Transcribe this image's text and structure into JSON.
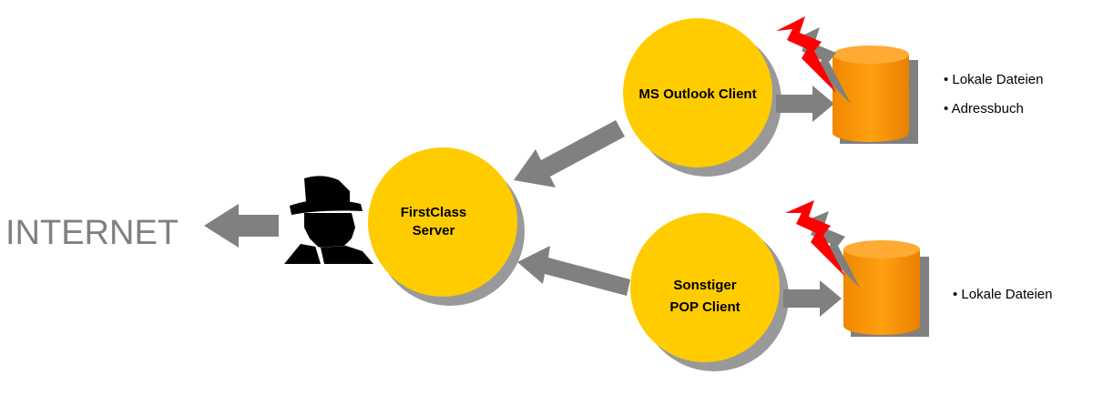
{
  "internet": {
    "label": "INTERNET"
  },
  "nodes": {
    "server": {
      "line1": "FirstClass",
      "line2": "Server"
    },
    "outlook": {
      "line1": "MS Outlook Client"
    },
    "pop": {
      "line1": "Sonstiger",
      "line2": "POP Client"
    }
  },
  "outlook_items": [
    "• Lokale Dateien",
    "• Adressbuch"
  ],
  "pop_items": [
    "• Lokale Dateien"
  ],
  "colors": {
    "circle": "#FFCC00",
    "circle_shadow": "#999999",
    "arrow": "#808080",
    "database": "#FF9900",
    "database_top": "#FFAA33",
    "lightning": "#FF0000",
    "attacker": "#000000"
  },
  "icons": {
    "attacker": "hacker-silhouette-icon",
    "outlook_lightning": "lightning-bolt-icon",
    "pop_lightning": "lightning-bolt-icon",
    "outlook_db": "database-icon",
    "pop_db": "database-icon"
  }
}
